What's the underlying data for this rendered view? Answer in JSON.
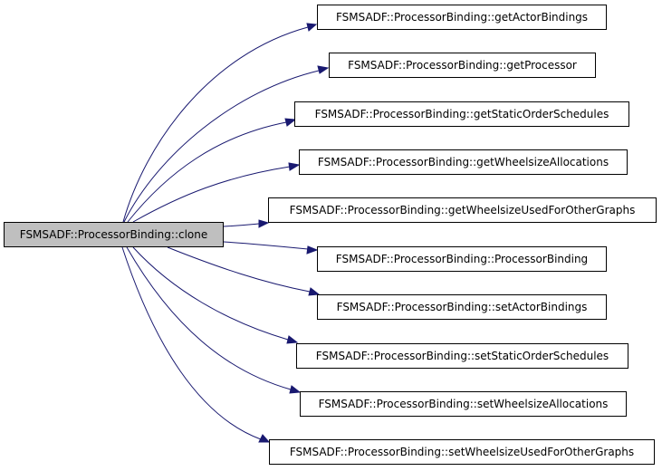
{
  "graph": {
    "type": "call-graph",
    "root": "FSMSADF::ProcessorBinding::clone",
    "callees": [
      "FSMSADF::ProcessorBinding::getActorBindings",
      "FSMSADF::ProcessorBinding::getProcessor",
      "FSMSADF::ProcessorBinding::getStaticOrderSchedules",
      "FSMSADF::ProcessorBinding::getWheelsizeAllocations",
      "FSMSADF::ProcessorBinding::getWheelsizeUsedForOtherGraphs",
      "FSMSADF::ProcessorBinding::ProcessorBinding",
      "FSMSADF::ProcessorBinding::setActorBindings",
      "FSMSADF::ProcessorBinding::setStaticOrderSchedules",
      "FSMSADF::ProcessorBinding::setWheelsizeAllocations",
      "FSMSADF::ProcessorBinding::setWheelsizeUsedForOtherGraphs"
    ],
    "colors": {
      "edge": "#191970",
      "root_fill": "#bfbfbf",
      "node_fill": "#ffffff",
      "border": "#000000"
    }
  }
}
